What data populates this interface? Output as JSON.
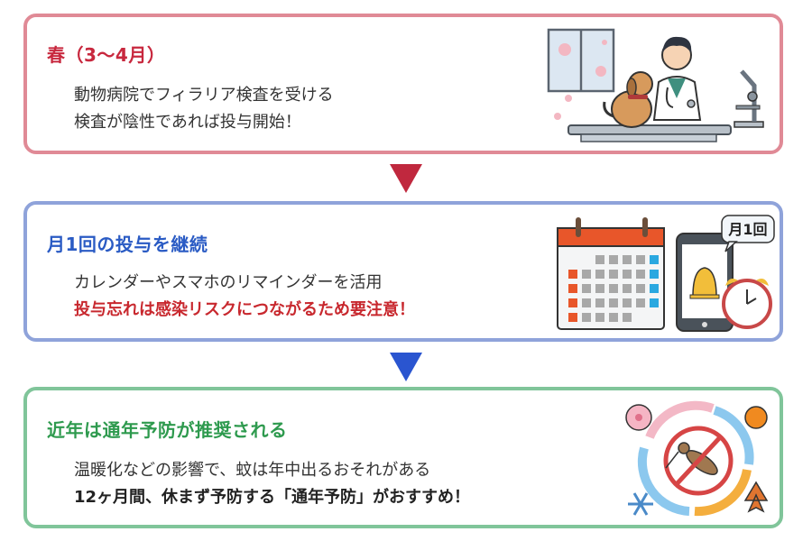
{
  "steps": [
    {
      "title": "春（3〜4月）",
      "lines": [
        "動物病院でフィラリア検査を受ける",
        "検査が陰性であれば投与開始！"
      ],
      "border_color": "#E08A96",
      "title_color": "#C8283E",
      "illustration": "vet-examining-dog-icon"
    },
    {
      "title": "月1回の投与を継続",
      "lines": [
        "カレンダーやスマホのリマインダーを活用",
        "投与忘れは感染リスクにつながるため要注意！"
      ],
      "border_color": "#8FA3DA",
      "title_color": "#2A5BC4",
      "warning_color": "#C8282E",
      "illustration": "calendar-phone-alarm-icon",
      "bubble_label": "月1回"
    },
    {
      "title": "近年は通年予防が推奨される",
      "lines": [
        "温暖化などの影響で、蚊は年中出るおそれがある",
        "12ヶ月間、休まず予防する「通年予防」がおすすめ！"
      ],
      "border_color": "#80C59A",
      "title_color": "#2E9A4E",
      "illustration": "no-mosquito-seasons-cycle-icon"
    }
  ],
  "arrows": [
    {
      "color": "#C0283E",
      "icon": "down-triangle-icon"
    },
    {
      "color": "#2A55D0",
      "icon": "down-triangle-icon"
    }
  ]
}
